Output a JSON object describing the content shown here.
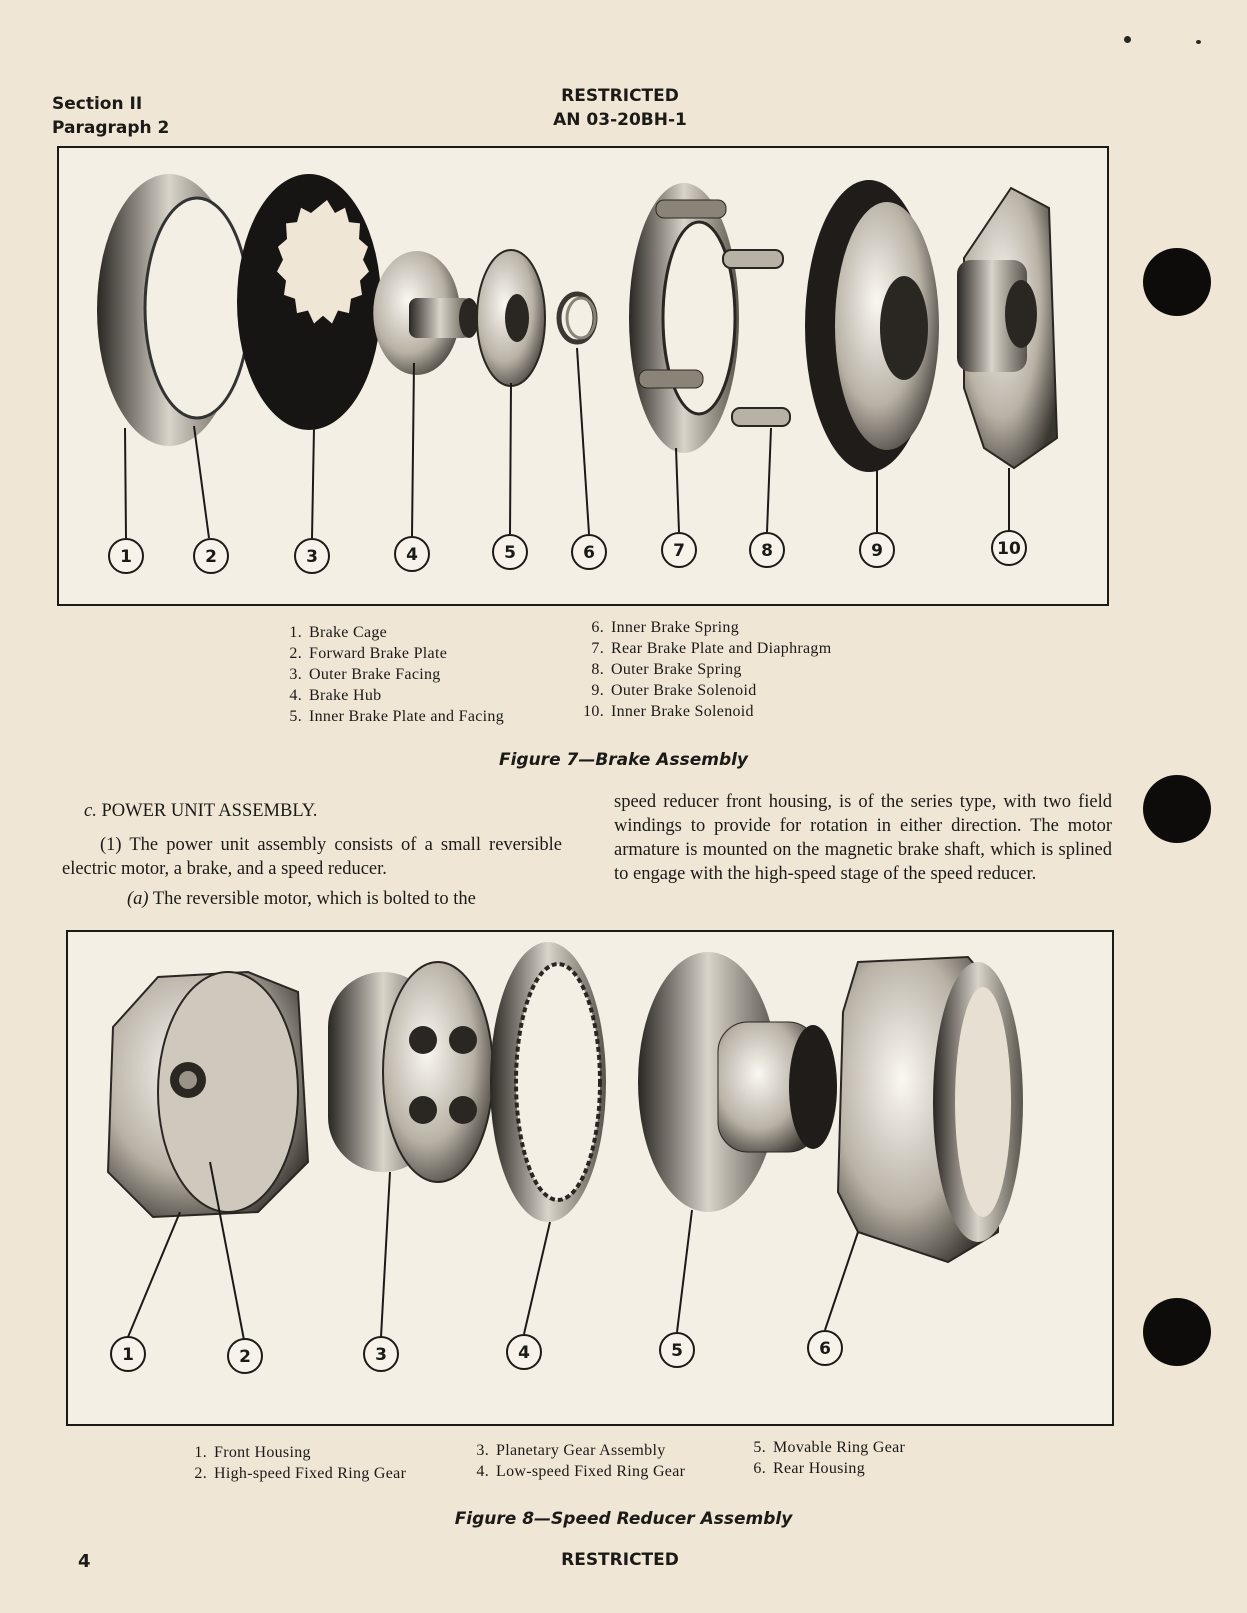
{
  "header": {
    "section": "Section II",
    "paragraph": "Paragraph 2",
    "classification": "RESTRICTED",
    "doc_number": "AN 03-20BH-1"
  },
  "figure7": {
    "caption": "Figure 7—Brake Assembly",
    "callouts": [
      "1",
      "2",
      "3",
      "4",
      "5",
      "6",
      "7",
      "8",
      "9",
      "10"
    ],
    "legend_left": [
      {
        "num": "1.",
        "label": "Brake Cage"
      },
      {
        "num": "2.",
        "label": "Forward Brake Plate"
      },
      {
        "num": "3.",
        "label": "Outer Brake Facing"
      },
      {
        "num": "4.",
        "label": "Brake Hub"
      },
      {
        "num": "5.",
        "label": "Inner Brake Plate and Facing"
      }
    ],
    "legend_right": [
      {
        "num": "6.",
        "label": "Inner Brake Spring"
      },
      {
        "num": "7.",
        "label": "Rear Brake Plate and Diaphragm"
      },
      {
        "num": "8.",
        "label": "Outer Brake Spring"
      },
      {
        "num": "9.",
        "label": "Outer Brake Solenoid"
      },
      {
        "num": "10.",
        "label": "Inner Brake Solenoid"
      }
    ]
  },
  "text": {
    "heading_letter": "c.",
    "heading": "POWER UNIT ASSEMBLY.",
    "para1": "(1) The power unit assembly consists of a small reversible electric motor, a brake, and a speed reducer.",
    "para2_label": "(a)",
    "para2_start": "The reversible motor, which is bolted to the",
    "col2": "speed reducer front housing, is of the series type, with two field windings to provide for rotation in either direction. The motor armature is mounted on the magnetic brake shaft, which is splined to engage with the high-speed stage of the speed reducer."
  },
  "figure8": {
    "caption": "Figure 8—Speed Reducer Assembly",
    "callouts": [
      "1",
      "2",
      "3",
      "4",
      "5",
      "6"
    ],
    "legend_col1": [
      {
        "num": "1.",
        "label": "Front Housing"
      },
      {
        "num": "2.",
        "label": "High-speed Fixed Ring Gear"
      }
    ],
    "legend_col2": [
      {
        "num": "3.",
        "label": "Planetary Gear Assembly"
      },
      {
        "num": "4.",
        "label": "Low-speed Fixed Ring Gear"
      }
    ],
    "legend_col3": [
      {
        "num": "5.",
        "label": "Movable Ring Gear"
      },
      {
        "num": "6.",
        "label": "Rear Housing"
      }
    ]
  },
  "footer": {
    "page_number": "4",
    "classification": "RESTRICTED"
  }
}
